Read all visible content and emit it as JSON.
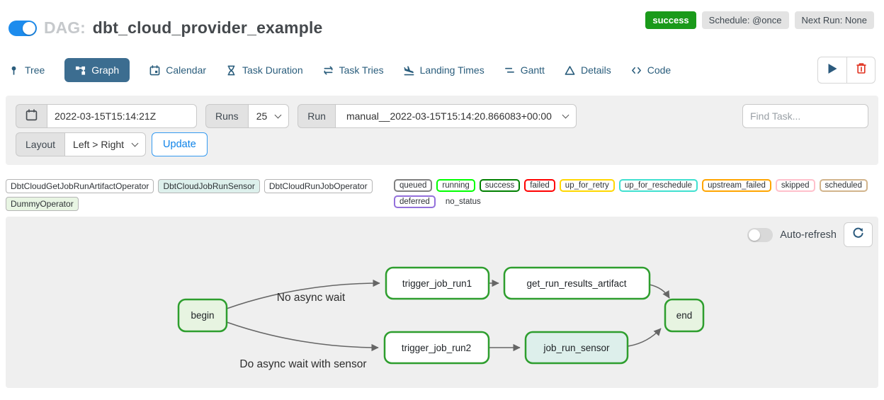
{
  "header": {
    "toggle_state": "on",
    "dag_prefix": "DAG:",
    "dag_title": "dbt_cloud_provider_example",
    "badges": {
      "status": "success",
      "schedule": "Schedule: @once",
      "next_run": "Next Run: None"
    },
    "colors": {
      "status_badge_bg": "#1a9a1a",
      "toggle_on": "#1d8ced"
    }
  },
  "tabs": [
    {
      "label": "Tree",
      "active": false
    },
    {
      "label": "Graph",
      "active": true
    },
    {
      "label": "Calendar",
      "active": false
    },
    {
      "label": "Task Duration",
      "active": false
    },
    {
      "label": "Task Tries",
      "active": false
    },
    {
      "label": "Landing Times",
      "active": false
    },
    {
      "label": "Gantt",
      "active": false
    },
    {
      "label": "Details",
      "active": false
    },
    {
      "label": "Code",
      "active": false
    }
  ],
  "filters": {
    "base_date_value": "2022-03-15T15:14:21Z",
    "runs_label": "Runs",
    "runs_value": "25",
    "run_label": "Run",
    "run_value": "manual__2022-03-15T15:14:20.866083+00:00",
    "find_task_placeholder": "Find Task...",
    "layout_label": "Layout",
    "layout_value": "Left > Right",
    "update_label": "Update"
  },
  "legend": {
    "operators": [
      {
        "label": "DbtCloudGetJobRunArtifactOperator",
        "color": "#ffffff"
      },
      {
        "label": "DbtCloudJobRunSensor",
        "color": "#ddf0ec"
      },
      {
        "label": "DbtCloudRunJobOperator",
        "color": "#ffffff"
      },
      {
        "label": "DummyOperator",
        "color": "#e8f5e3"
      }
    ],
    "statuses": [
      {
        "label": "queued",
        "color": "#808080"
      },
      {
        "label": "running",
        "color": "#00ff00"
      },
      {
        "label": "success",
        "color": "#008000"
      },
      {
        "label": "failed",
        "color": "#ff0000"
      },
      {
        "label": "up_for_retry",
        "color": "#ffd700"
      },
      {
        "label": "up_for_reschedule",
        "color": "#40e0d0"
      },
      {
        "label": "upstream_failed",
        "color": "#ffa500"
      },
      {
        "label": "skipped",
        "color": "#ffc0cb"
      },
      {
        "label": "scheduled",
        "color": "#d2b48c"
      },
      {
        "label": "deferred",
        "color": "#9370db"
      },
      {
        "label": "no_status",
        "color": "transparent"
      }
    ]
  },
  "graph": {
    "auto_refresh_label": "Auto-refresh",
    "auto_refresh_state": "off",
    "node_border_color": "#2e9e2e",
    "edge_color": "#666666",
    "nodes": [
      {
        "id": "begin",
        "label": "begin",
        "fill": "#e7f4e1"
      },
      {
        "id": "trigger_job_run1",
        "label": "trigger_job_run1",
        "fill": "#ffffff"
      },
      {
        "id": "get_run_results_artifact",
        "label": "get_run_results_artifact",
        "fill": "#ffffff"
      },
      {
        "id": "end",
        "label": "end",
        "fill": "#e7f4e1"
      },
      {
        "id": "trigger_job_run2",
        "label": "trigger_job_run2",
        "fill": "#ffffff"
      },
      {
        "id": "job_run_sensor",
        "label": "job_run_sensor",
        "fill": "#ddefeb"
      }
    ],
    "edge_labels": [
      {
        "text": "No async wait"
      },
      {
        "text": "Do async wait with sensor"
      }
    ]
  }
}
